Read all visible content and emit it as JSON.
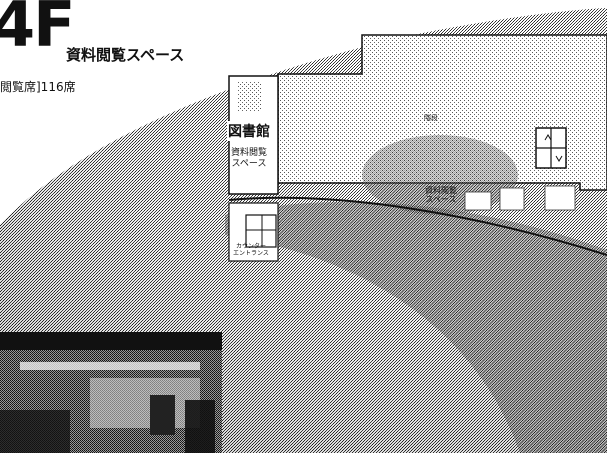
{
  "floor": "4F",
  "title": "資料閲覧スペース",
  "seats": "閲覧席]116席",
  "map": {
    "library_label": "図書館",
    "left_space_label": "資料閲覧\nスペース",
    "stair_label": "階段",
    "bottom_space_label": "資料閲覧\nスペース",
    "entrance_label": "カウンター\nエントランス"
  },
  "colors": {
    "background": "#ffffff",
    "dither_dark": "#111111",
    "ink": "#111111"
  }
}
